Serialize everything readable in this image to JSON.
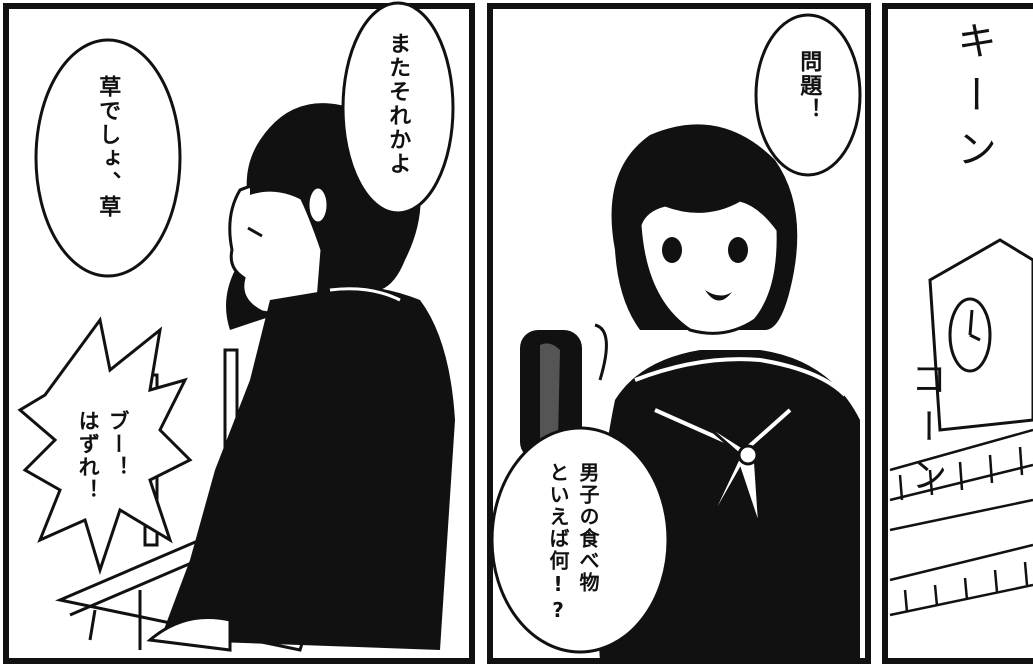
{
  "colors": {
    "ink": "#111111",
    "paper": "#ffffff",
    "tone": "#e9e9e9"
  },
  "panels": {
    "left": {
      "bubble_top": "またそれかよ",
      "bubble_mid": "草でしょ、草",
      "shout_line1": "ブー！",
      "shout_line2": "はずれ！"
    },
    "middle": {
      "bubble_top": "問題！",
      "bubble_low_line1": "男子の食べ物",
      "bubble_low_line2": "といえば何!?"
    },
    "right": {
      "sfx_1": "キーン",
      "sfx_2": "コーン"
    }
  }
}
